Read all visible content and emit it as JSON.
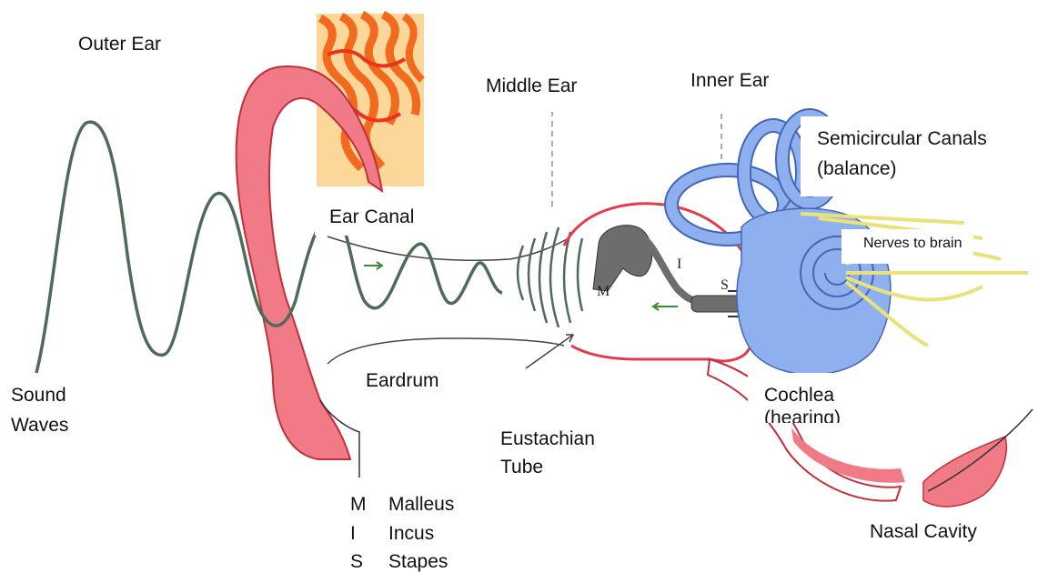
{
  "labels": {
    "outer_ear": "Outer Ear",
    "middle_ear": "Middle Ear",
    "inner_ear": "Inner Ear",
    "semicircular_line1": "Semicircular  Canals",
    "semicircular_line2": "(balance)",
    "ear_canal": "Ear Canal",
    "nerves": "Nerves to brain",
    "sound_line1": "Sound",
    "sound_line2": "Waves",
    "eardrum": "Eardrum",
    "cochlea_line1": "Cochlea",
    "cochlea_line2": "(hearing)",
    "eustachian_line1": "Eustachian",
    "eustachian_line2": "Tube",
    "nasal": "Nasal Cavity"
  },
  "bone_letters": {
    "m": "M",
    "i": "I",
    "s": "S"
  },
  "legend": [
    {
      "key": "M",
      "value": "Malleus"
    },
    {
      "key": "I",
      "value": "Incus"
    },
    {
      "key": "S",
      "value": " Stapes"
    }
  ],
  "colors": {
    "ear_pink": "#f07a86",
    "ear_outline": "#c0303c",
    "wave": "#4e6b58",
    "inner_blue": "#8fb0ee",
    "inner_outline": "#4466b8",
    "nerve": "#e9e27a",
    "flame_orange": "#f26a1e",
    "ossicle": "#6d6d6d"
  }
}
